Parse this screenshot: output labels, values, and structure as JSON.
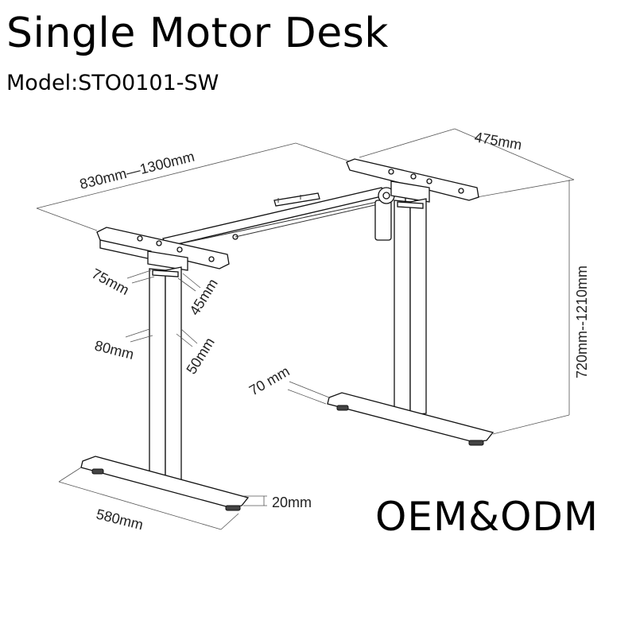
{
  "header": {
    "title": "Single Motor Desk",
    "model": "Model:STO0101-SW"
  },
  "dimensions": {
    "width_range": "830mm—1300mm",
    "depth": "475mm",
    "height_range": "720mm--1210mm",
    "column_outer_a": "75mm",
    "column_outer_b": "45mm",
    "column_inner_a": "80mm",
    "column_inner_b": "50mm",
    "foot_height": "70 mm",
    "foot_length": "580mm",
    "foot_thickness": "20mm"
  },
  "footer": {
    "brand": "OEM&ODM"
  }
}
